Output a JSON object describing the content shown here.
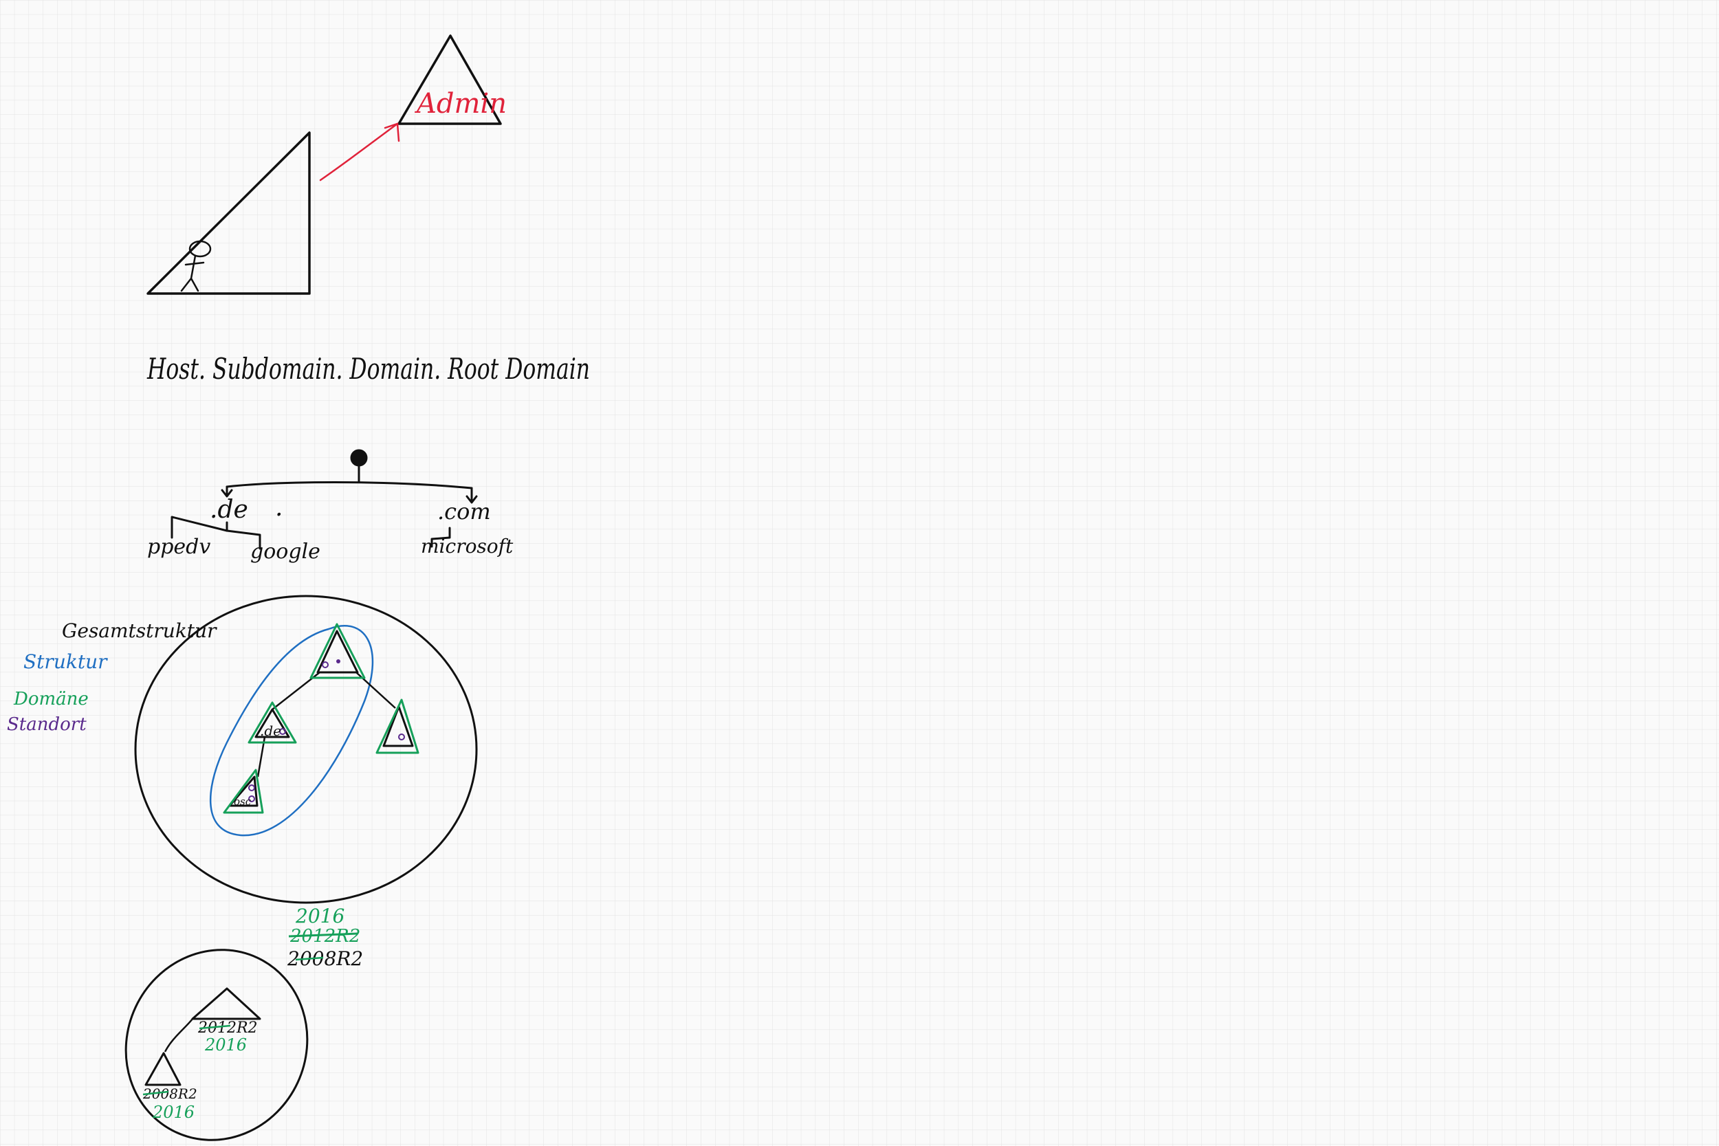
{
  "colors": {
    "background": "#fafafa",
    "grid": "#e2e2e2",
    "ink": "#111111",
    "red": "#e0223a",
    "blue": "#1f6fc2",
    "green": "#16a05a",
    "purple": "#5a2a8c"
  },
  "admin_sketch": {
    "admin_label": "Admin"
  },
  "dns": {
    "hierarchy_text": "Host. Subdomain. Domain. Root Domain",
    "root_dot": "•",
    "de_label": ".de",
    "dot_label": ".",
    "com_label": ".com",
    "ppedv_label": "ppedv",
    "google_label": "google",
    "microsoft_label": "microsoft"
  },
  "legend": {
    "gesamtstruktur": "Gesamtstruktur",
    "struktur": "Struktur",
    "domaene": "Domäne",
    "standort": "Standort"
  },
  "forest": {
    "de_label": ".de",
    "osc_label": "osc"
  },
  "versions": {
    "v2016": "2016",
    "v2012r2_struck": "2012R2",
    "v2008r2": "2008R2"
  },
  "small_forest": {
    "top_label_black": "2012R2",
    "top_label_green": "2016",
    "bottom_label_black": "2008R2",
    "bottom_label_green": "2016"
  }
}
